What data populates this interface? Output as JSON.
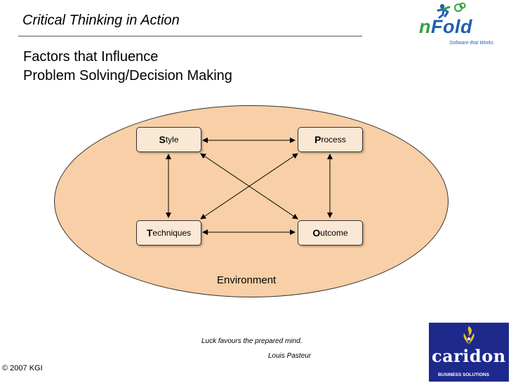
{
  "header": {
    "title": "Critical Thinking in Action"
  },
  "slide": {
    "title_line1": "Factors that Influence",
    "title_line2": "Problem Solving/Decision Making"
  },
  "logos": {
    "nfold": {
      "letter_n": "n",
      "letters_fold": "Fold",
      "tagline": "Software that Works",
      "icon": "runner-icon",
      "colors": {
        "green": "#2fa43a",
        "blue": "#1f5fb0"
      }
    },
    "caridon": {
      "name": "caridon",
      "subtitle": "BUSINESS SOLUTIONS",
      "icon": "flame-figure-icon",
      "colors": {
        "background": "#1d2a8c",
        "accent": "#f0c419"
      }
    }
  },
  "diagram": {
    "environment_label": "Environment",
    "nodes": {
      "style": {
        "initial": "S",
        "rest": "tyle"
      },
      "process": {
        "initial": "P",
        "rest": "rocess"
      },
      "techniques": {
        "initial": "T",
        "rest": "echniques"
      },
      "outcome": {
        "initial": "O",
        "rest": "utcome"
      }
    },
    "connections": [
      [
        "style",
        "process"
      ],
      [
        "techniques",
        "outcome"
      ],
      [
        "style",
        "techniques"
      ],
      [
        "process",
        "outcome"
      ],
      [
        "style",
        "outcome"
      ],
      [
        "process",
        "techniques"
      ]
    ],
    "colors": {
      "environment_fill": "#f8cfa6",
      "node_fill": "#fbe8d4"
    }
  },
  "quote": {
    "text": "Luck favours the prepared mind.",
    "author": "Louis Pasteur"
  },
  "footer": {
    "copyright": "© 2007 KGI"
  }
}
